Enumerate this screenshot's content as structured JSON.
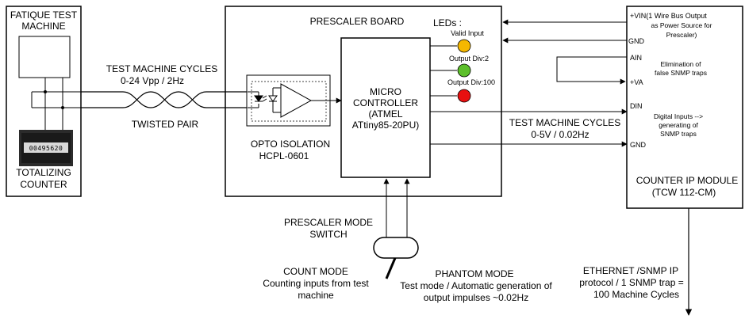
{
  "fatigue_machine": {
    "title_line1": "FATIQUE TEST",
    "title_line2": "MACHINE",
    "counter_digits": "00495620",
    "totalizing_line1": "TOTALIZING",
    "totalizing_line2": "COUNTER"
  },
  "input_signal": {
    "cycles_label": "TEST MACHINE CYCLES",
    "cycles_spec": "0-24 Vpp / 2Hz",
    "twisted_pair": "TWISTED PAIR"
  },
  "opto": {
    "label_line1": "OPTO ISOLATION",
    "label_line2": "HCPL-0601"
  },
  "prescaler": {
    "title": "PRESCALER BOARD",
    "leds_title": "LEDs :",
    "mcu_line1": "MICRO",
    "mcu_line2": "CONTROLLER",
    "mcu_line3": "(ATMEL",
    "mcu_line4": "ATtiny85-20PU)",
    "output_line1": "TEST MACHINE CYCLES",
    "output_line2": "0-5V / 0.02Hz"
  },
  "leds": [
    {
      "label": "Valid Input",
      "color": "#f5b800"
    },
    {
      "label": "Output Div:2",
      "color": "#5cbf2a"
    },
    {
      "label": "Output Div:100",
      "color": "#e81010"
    }
  ],
  "ip_module": {
    "vin_line1": "+VIN(1 Wire Bus Output",
    "vin_line2": "as Power Source for",
    "vin_line3": "Prescaler)",
    "gnd_top": "GND",
    "ain": "AIN",
    "va": "+VA",
    "elim_line1": "Elimination of",
    "elim_line2": "false SNMP traps",
    "din": "DIN",
    "dig_line1": "Digital Inputs -->",
    "dig_line2": "generating of",
    "dig_line3": "SNMP traps",
    "gnd_bottom": "GND",
    "title_line1": "COUNTER IP MODULE",
    "title_line2": "(TCW 112-CM)"
  },
  "switch": {
    "label_line1": "PRESCALER MODE",
    "label_line2": "SWITCH"
  },
  "count_mode": {
    "title": "COUNT MODE",
    "line1": "Counting inputs from test",
    "line2": "machine"
  },
  "phantom_mode": {
    "title": "PHANTOM MODE",
    "line1": "Test mode / Automatic generation of",
    "line2": "output impulses ~0.02Hz"
  },
  "ethernet": {
    "line1": "ETHERNET /SNMP IP",
    "line2": "protocol / 1 SNMP trap =",
    "line3": "100 Machine Cycles"
  }
}
